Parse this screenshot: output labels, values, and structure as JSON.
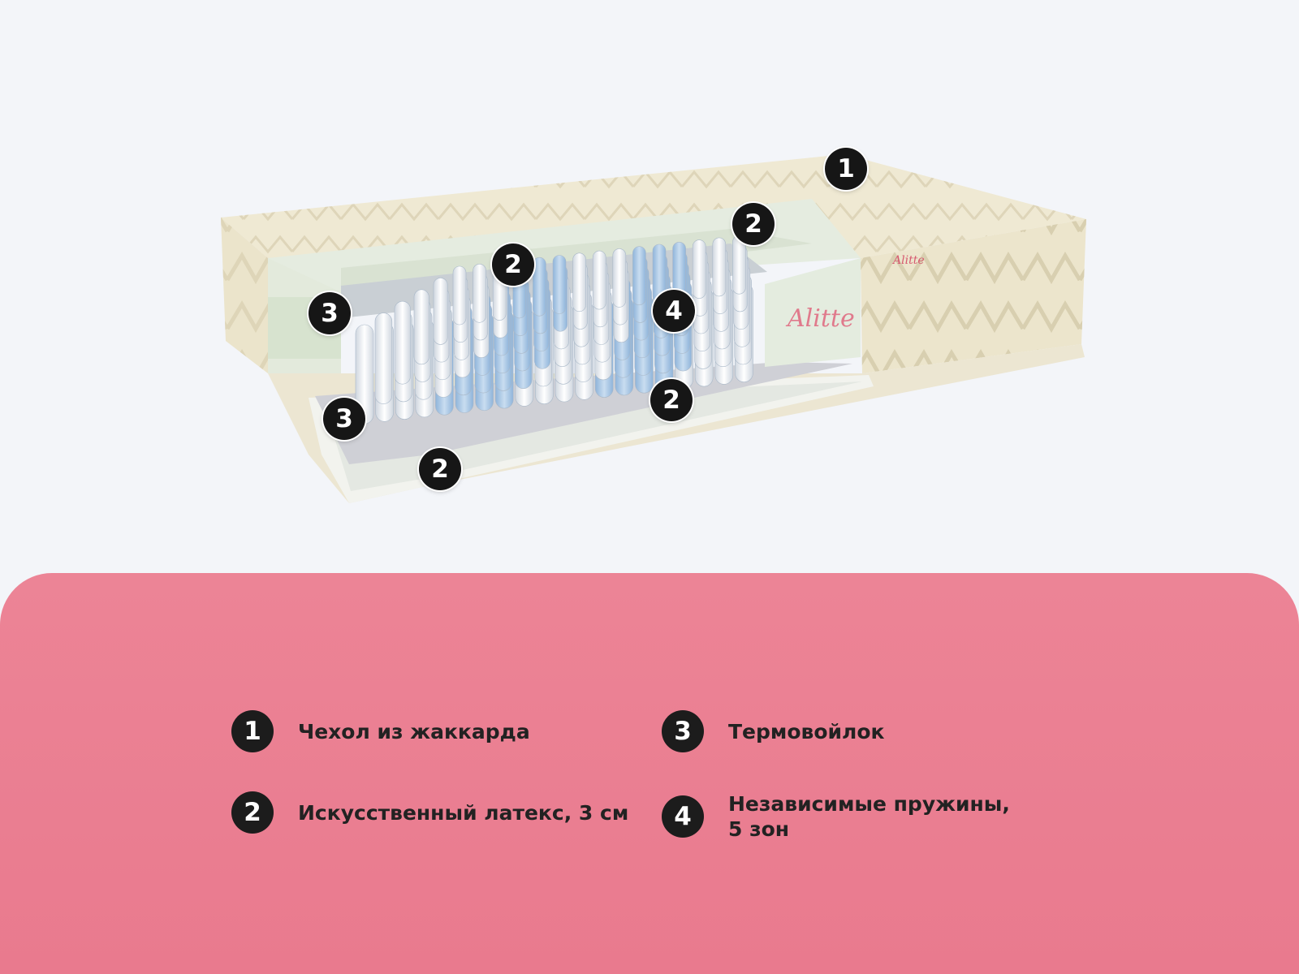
{
  "markers": [
    {
      "num": "1"
    },
    {
      "num": "2"
    },
    {
      "num": "2"
    },
    {
      "num": "3"
    },
    {
      "num": "4"
    },
    {
      "num": "3"
    },
    {
      "num": "2"
    },
    {
      "num": "2"
    }
  ],
  "brand": {
    "logo_text": "Alitte"
  },
  "legend": [
    {
      "num": "1",
      "label": "Чехол из жаккарда"
    },
    {
      "num": "2",
      "label": "Искусственный латекс, 3 см"
    },
    {
      "num": "3",
      "label": "Термовойлок"
    },
    {
      "num": "4",
      "label": "Независимые пружины,\n5 зон"
    }
  ],
  "colors": {
    "background": "#f3f5f9",
    "panel": "#ec8496",
    "marker": "#161616",
    "cover": "#efe9d3",
    "spring_white": "#f4f6f8",
    "spring_blue": "#b8d2ea",
    "foam": "#e2e9dc",
    "felt": "#cfcfd4"
  }
}
